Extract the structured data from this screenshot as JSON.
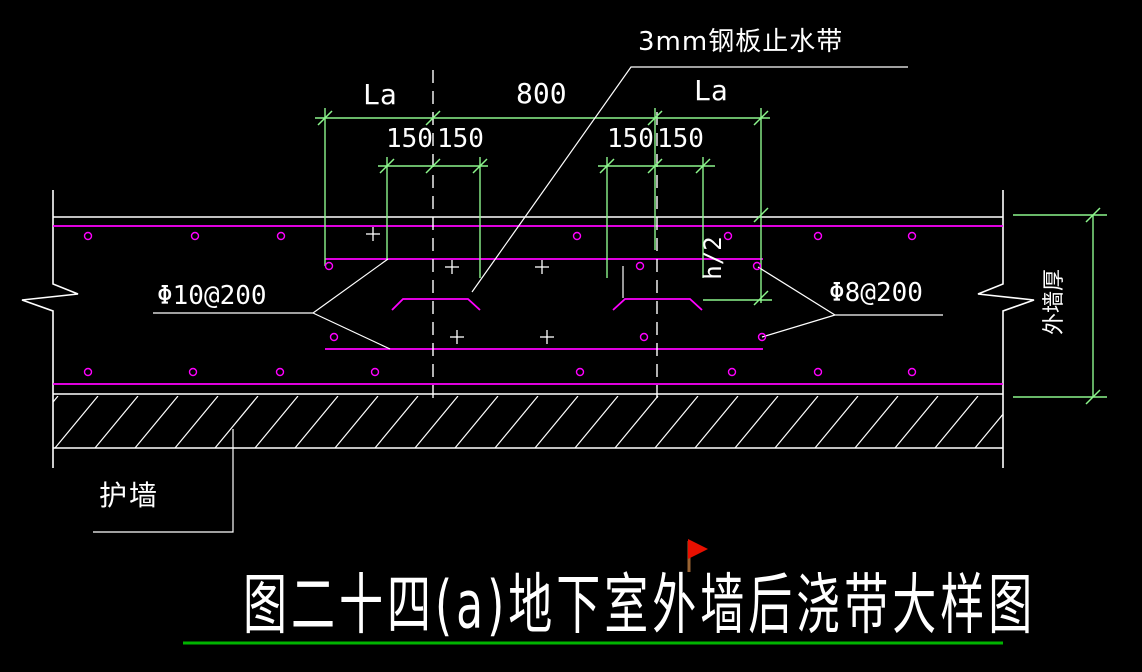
{
  "drawing": {
    "title": "图二十四(a)地下室外墙后浇带大样图",
    "annotations": {
      "waterstop_label": "3mm钢板止水带",
      "anchorage_left": "La",
      "strip_width": "800",
      "anchorage_right": "La",
      "offsets": [
        "150",
        "150",
        "150",
        "150"
      ],
      "rebar_left": "Φ10@200",
      "rebar_right": "Φ8@200",
      "half_wall_height": "h/2",
      "wall_thickness": "外墙厚",
      "protective_wall": "护墙"
    },
    "colors": {
      "dimension_green": "#8cf58c",
      "rebar_magenta": "#ff00ff",
      "line_white": "#ffffff",
      "underline_green": "#00b400",
      "flag_red": "#e81000",
      "flag_pole_brown": "#9a6433"
    }
  }
}
